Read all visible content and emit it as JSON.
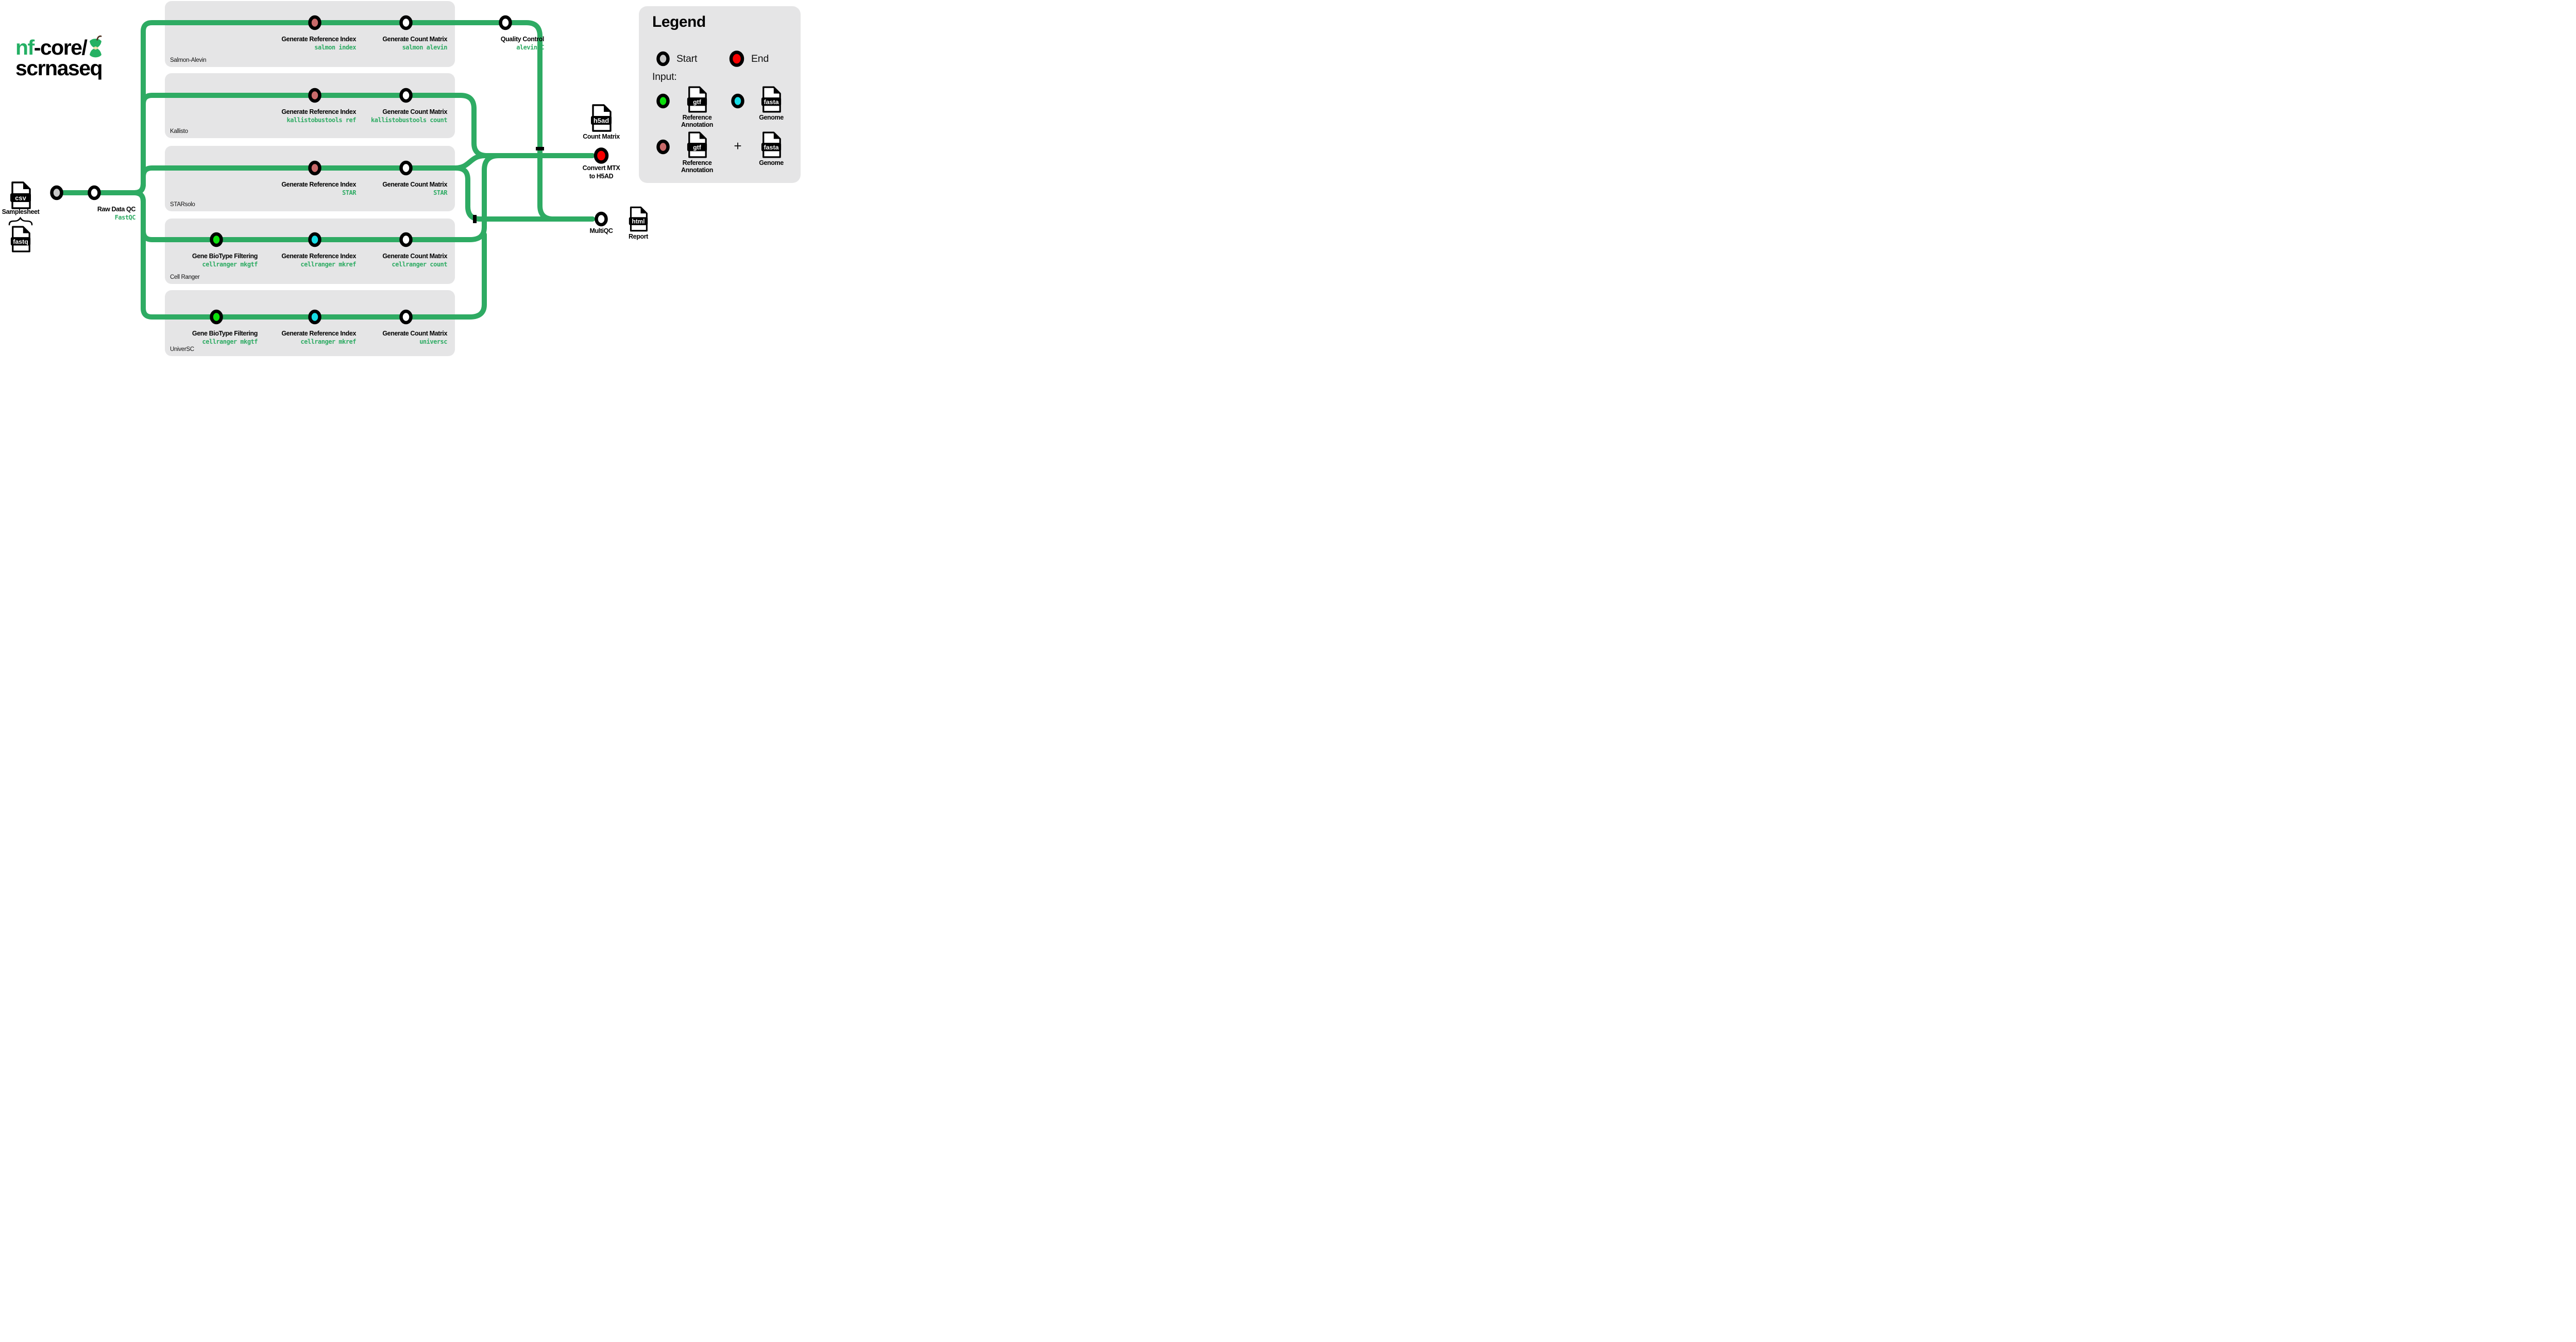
{
  "logo": {
    "green_part": "nf",
    "black_part": "-core/",
    "pipeline_name": "scrnaseq"
  },
  "colors": {
    "rail_green": "#2EAB63",
    "box_grey": "#E5E5E6",
    "node_start_grey": "#C9C9C9",
    "node_end_red": "#F80000",
    "node_process_white": "#FFFFFF",
    "node_gtf_green": "#0CE00C",
    "node_fasta_cyan": "#16DCE4",
    "node_gtf_fasta_salmon": "#C96A6A"
  },
  "inputs": {
    "samplesheet": {
      "file_type": "csv",
      "label": "Samplesheet"
    },
    "fastq": {
      "file_type": "fastq"
    }
  },
  "raw_data_qc": {
    "title": "Raw Data QC",
    "tool": "FastQC"
  },
  "sections": [
    {
      "name": "Salmon-Alevin",
      "steps": [
        {
          "title": "Generate Reference Index",
          "tool": "salmon index"
        },
        {
          "title": "Generate Count Matrix",
          "tool": "salmon alevin"
        }
      ]
    },
    {
      "name": "Kallisto",
      "steps": [
        {
          "title": "Generate Reference Index",
          "tool": "kallistobustools ref"
        },
        {
          "title": "Generate Count Matrix",
          "tool": "kallistobustools count"
        }
      ]
    },
    {
      "name": "STARsolo",
      "steps": [
        {
          "title": "Generate Reference Index",
          "tool": "STAR"
        },
        {
          "title": "Generate Count Matrix",
          "tool": "STAR"
        }
      ]
    },
    {
      "name": "Cell Ranger",
      "steps": [
        {
          "title": "Gene BioType Filtering",
          "tool": "cellranger mkgtf"
        },
        {
          "title": "Generate Reference Index",
          "tool": "cellranger mkref"
        },
        {
          "title": "Generate Count Matrix",
          "tool": "cellranger count"
        }
      ]
    },
    {
      "name": "UniverSC",
      "steps": [
        {
          "title": "Gene BioType Filtering",
          "tool": "cellranger mkgtf"
        },
        {
          "title": "Generate Reference Index",
          "tool": "cellranger mkref"
        },
        {
          "title": "Generate Count Matrix",
          "tool": "universc"
        }
      ]
    }
  ],
  "quality_control": {
    "title": "Quality Control",
    "tool": "alevinQC"
  },
  "outputs": {
    "count_matrix": {
      "file_type": "h5ad",
      "label": "Count Matrix"
    },
    "convert": {
      "line1": "Convert MTX",
      "line2": "to H5AD"
    },
    "multiqc": {
      "label": "MultiQC"
    },
    "report": {
      "file_type": "html",
      "label": "Report"
    }
  },
  "legend": {
    "title": "Legend",
    "start_label": "Start",
    "end_label": "End",
    "input_label": "Input:",
    "gtf": {
      "file_type": "gtf",
      "line1": "Reference",
      "line2": "Annotation"
    },
    "fasta": {
      "file_type": "fasta",
      "label": "Genome"
    },
    "plus": "+"
  }
}
